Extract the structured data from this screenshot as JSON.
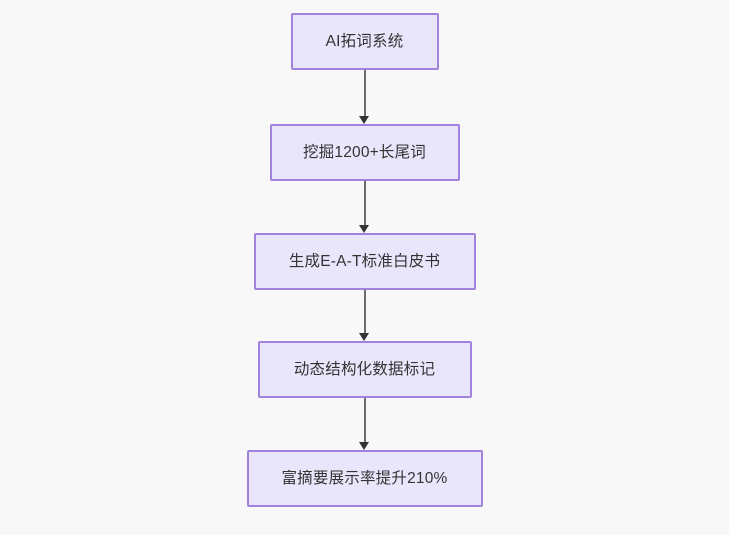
{
  "diagram": {
    "type": "flowchart",
    "orientation": "top-to-bottom",
    "background_color": "#f8f8f9",
    "node_fill_color": "#e9e6fb",
    "node_border_color": "#a183dd",
    "node_text_color": "#333333",
    "edge_color": "#6b6b6b",
    "arrowhead_color": "#333333",
    "nodes": [
      {
        "id": "node-0",
        "label": "AI拓词系统"
      },
      {
        "id": "node-1",
        "label": "挖掘1200+长尾词"
      },
      {
        "id": "node-2",
        "label": "生成E-A-T标准白皮书"
      },
      {
        "id": "node-3",
        "label": "动态结构化数据标记"
      },
      {
        "id": "node-4",
        "label": "富摘要展示率提升210%"
      }
    ],
    "edges": [
      {
        "id": "edge-0",
        "from": "node-0",
        "to": "node-1",
        "label": ""
      },
      {
        "id": "edge-1",
        "from": "node-1",
        "to": "node-2",
        "label": ""
      },
      {
        "id": "edge-2",
        "from": "node-2",
        "to": "node-3",
        "label": ""
      },
      {
        "id": "edge-3",
        "from": "node-3",
        "to": "node-4",
        "label": ""
      }
    ]
  }
}
